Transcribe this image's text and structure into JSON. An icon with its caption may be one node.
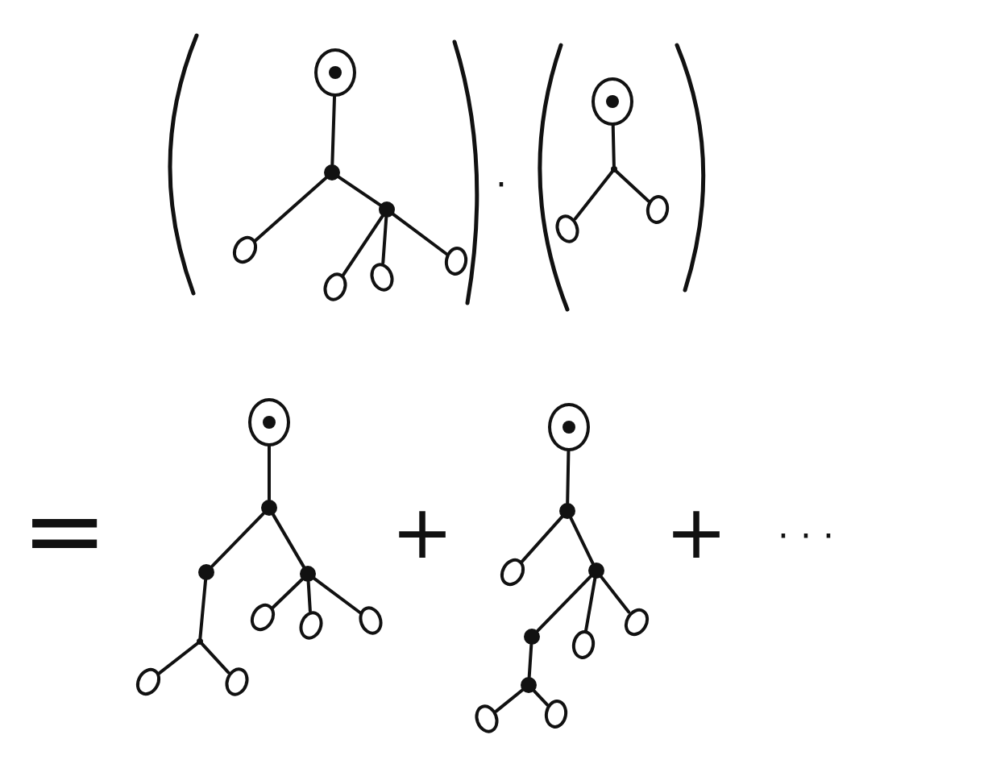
{
  "diagram": {
    "nodes": [
      {
        "text": [],
        "shape": "ring"
      },
      {
        "text": [],
        "shape": "dot"
      },
      {
        "text": [],
        "shape": "dot"
      },
      {
        "text": [],
        "shape": "ellipse"
      },
      {
        "text": [],
        "shape": "ellipse"
      },
      {
        "text": [],
        "shape": "ellipse"
      },
      {
        "text": [],
        "shape": "ellipse"
      },
      {
        "text": [],
        "shape": "ring"
      },
      {
        "text": [],
        "shape": "point"
      },
      {
        "text": [],
        "shape": "ellipse"
      },
      {
        "text": [],
        "shape": "ellipse"
      },
      {
        "text": [],
        "shape": "ring"
      },
      {
        "text": [],
        "shape": "dot"
      },
      {
        "text": [],
        "shape": "dot"
      },
      {
        "text": [],
        "shape": "dot"
      },
      {
        "text": [],
        "shape": "ellipse"
      },
      {
        "text": [],
        "shape": "ellipse"
      },
      {
        "text": [],
        "shape": "ellipse"
      },
      {
        "text": [],
        "shape": "point"
      },
      {
        "text": [],
        "shape": "ellipse"
      },
      {
        "text": [],
        "shape": "ellipse"
      },
      {
        "text": [],
        "shape": "ring"
      },
      {
        "text": [],
        "shape": "dot"
      },
      {
        "text": [],
        "shape": "ellipse"
      },
      {
        "text": [],
        "shape": "dot"
      },
      {
        "text": [],
        "shape": "dot"
      },
      {
        "text": [],
        "shape": "ellipse"
      },
      {
        "text": [],
        "shape": "ellipse"
      },
      {
        "text": [],
        "shape": "dot"
      },
      {
        "text": [],
        "shape": "ellipse"
      },
      {
        "text": [],
        "shape": "ellipse"
      }
    ],
    "edges": [
      {
        "from": 0,
        "to": 1,
        "arrow": "none"
      },
      {
        "from": 1,
        "to": 3,
        "arrow": "none"
      },
      {
        "from": 1,
        "to": 2,
        "arrow": "none"
      },
      {
        "from": 2,
        "to": 4,
        "arrow": "none"
      },
      {
        "from": 2,
        "to": 5,
        "arrow": "none"
      },
      {
        "from": 2,
        "to": 6,
        "arrow": "none"
      },
      {
        "from": 7,
        "to": 8,
        "arrow": "none"
      },
      {
        "from": 8,
        "to": 9,
        "arrow": "none"
      },
      {
        "from": 8,
        "to": 10,
        "arrow": "none"
      },
      {
        "from": 11,
        "to": 12,
        "arrow": "none"
      },
      {
        "from": 12,
        "to": 13,
        "arrow": "none"
      },
      {
        "from": 12,
        "to": 14,
        "arrow": "none"
      },
      {
        "from": 14,
        "to": 15,
        "arrow": "none"
      },
      {
        "from": 14,
        "to": 16,
        "arrow": "none"
      },
      {
        "from": 14,
        "to": 17,
        "arrow": "none"
      },
      {
        "from": 13,
        "to": 18,
        "arrow": "none"
      },
      {
        "from": 18,
        "to": 19,
        "arrow": "none"
      },
      {
        "from": 18,
        "to": 20,
        "arrow": "none"
      },
      {
        "from": 21,
        "to": 22,
        "arrow": "none"
      },
      {
        "from": 22,
        "to": 23,
        "arrow": "none"
      },
      {
        "from": 22,
        "to": 24,
        "arrow": "none"
      },
      {
        "from": 24,
        "to": 25,
        "arrow": "none"
      },
      {
        "from": 24,
        "to": 26,
        "arrow": "none"
      },
      {
        "from": 24,
        "to": 27,
        "arrow": "none"
      },
      {
        "from": 25,
        "to": 28,
        "arrow": "none"
      },
      {
        "from": 28,
        "to": 29,
        "arrow": "none"
      },
      {
        "from": 28,
        "to": 30,
        "arrow": "none"
      }
    ],
    "labels": [
      "·",
      "=",
      "+",
      "+",
      "· · ·"
    ]
  }
}
